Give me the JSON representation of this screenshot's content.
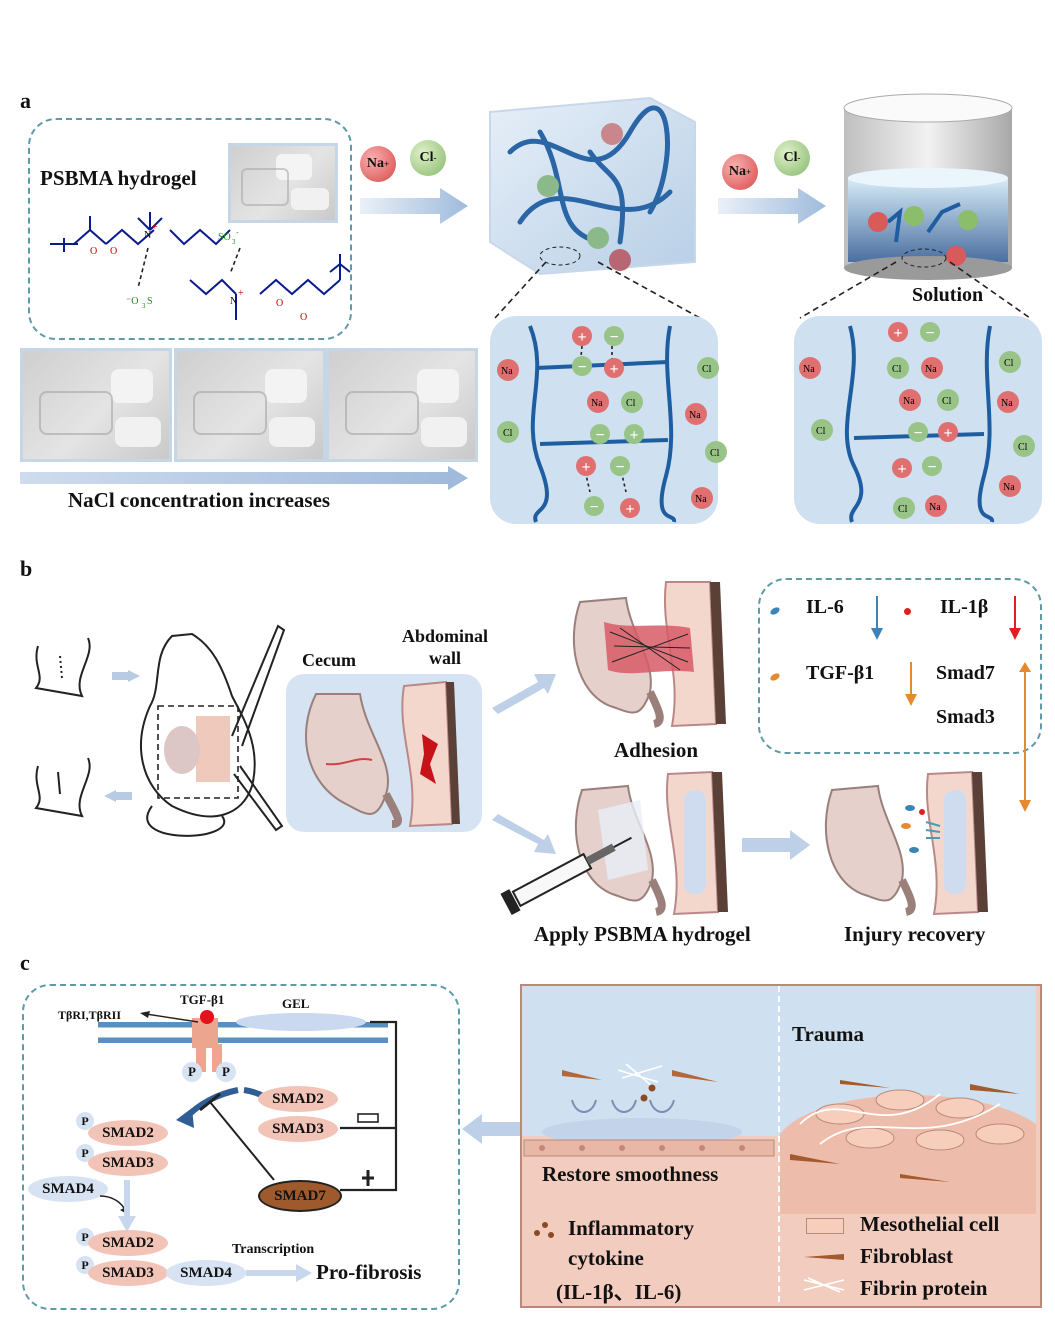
{
  "panels": {
    "a": "a",
    "b": "b",
    "c": "c"
  },
  "panel_a": {
    "hydrogel_title": "PSBMA hydrogel",
    "chem": {
      "so3_top": "SO",
      "so3_top_sub": "3",
      "so3_top_sup": "-",
      "o3s_bottom_pre": "-",
      "o3s_bottom": "O",
      "o3s_bottom_sub": "3",
      "o3s_bottom_s": "S",
      "n_plus": "N",
      "n_sup": "+"
    },
    "ion_na": "Na",
    "ion_na_sup": "+",
    "ion_cl": "Cl",
    "ion_cl_sup": "-",
    "solution_label": "Solution",
    "nacl_caption": "NaCl concentration increases",
    "plus": "+",
    "minus": "−"
  },
  "panel_b": {
    "cecum": "Cecum",
    "abdominal_wall": "Abdominal wall",
    "adhesion": "Adhesion",
    "apply": "Apply PSBMA hydrogel",
    "recovery": "Injury recovery",
    "markers": [
      {
        "name": "IL-6",
        "dir": "down",
        "color": "#3a85b5"
      },
      {
        "name": "IL-1β",
        "dir": "down",
        "color": "#e02020"
      },
      {
        "name": "TGF-β1",
        "dir": "down",
        "color": "#e58a2e"
      },
      {
        "name": "Smad7",
        "dir": "up",
        "color": "#e58a2e"
      },
      {
        "name": "Smad3",
        "dir": "down",
        "color": "#e58a2e"
      }
    ]
  },
  "panel_c": {
    "receptor": "TβRI,TβRII",
    "tgf": "TGF-β1",
    "gel": "GEL",
    "p": "P",
    "smad2": "SMAD2",
    "smad3": "SMAD3",
    "smad4": "SMAD4",
    "smad7": "SMAD7",
    "transcription": "Transcription",
    "profibrosis": "Pro-fibrosis",
    "trauma": "Trauma",
    "restore": "Restore smoothness",
    "legend_cytokine": "Inflammatory cytokine (IL-1β、IL-6)",
    "legend_cytokine_l1": "Inflammatory",
    "legend_cytokine_l2": "cytokine",
    "legend_cytokine_l3": "(IL-1β、IL-6)",
    "legend_meso": "Mesothelial cell",
    "legend_fibro": "Fibroblast",
    "legend_fibrin": "Fibrin protein"
  }
}
